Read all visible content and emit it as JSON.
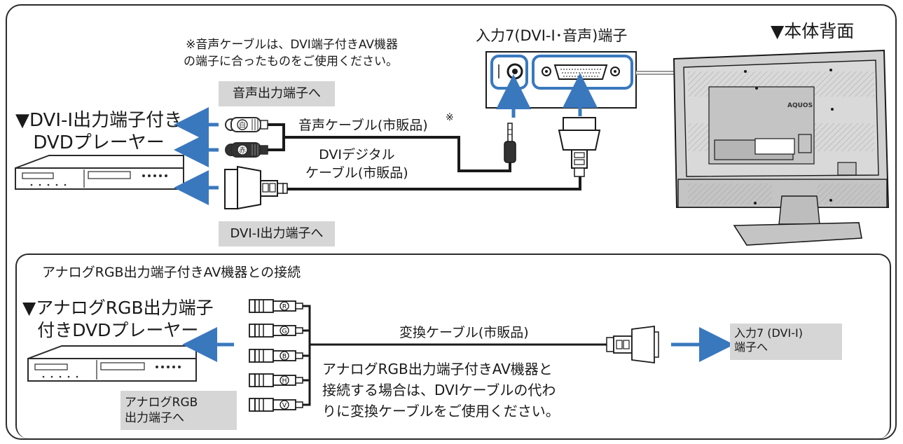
{
  "top_section": {
    "note": "※音声ケーブルは、DVI端子付きAV機器\nの端子に合ったものをご使用ください。",
    "input_port_title": "入力7(DVI-I･音声)端子",
    "rear_view_title": "▼本体背面",
    "audio_out_label": "音声出力端子へ",
    "player_title": "▼DVI-I出力端子付き\nDVDプレーヤー",
    "audio_cable_label": "音声ケーブル(市販品)",
    "audio_cable_mark": "※",
    "dvi_cable_label": "DVIデジタル\nケーブル(市販品)",
    "dvi_out_label": "DVI-I出力端子へ",
    "tv_brand": "AQUOS",
    "rca_marks": [
      "白",
      "赤"
    ]
  },
  "bottom_section": {
    "heading": "アナログRGB出力端子付きAV機器との接続",
    "player_title": "▼アナログRGB出力端子\n付きDVDプレーヤー",
    "conversion_cable_label": "変換ケーブル(市販品)",
    "note": "アナログRGB出力端子付きAV機器と\n接続する場合は、DVIケーブルの代わ\nりに変換ケーブルをご使用ください。",
    "analog_out_label": "アナログRGB\n出力端子へ",
    "input_target_label": "入力7 (DVI-I)\n端子へ",
    "bnc_marks": [
      "R",
      "G",
      "B",
      "H",
      "V"
    ]
  },
  "colors": {
    "arrow": "#3a78be",
    "highlight": "#3a78be",
    "label_bg": "#d6d6d6",
    "frame": "#2b2b2b",
    "tv_body": "#c9c9c9",
    "cable": "#1a1a1a"
  }
}
